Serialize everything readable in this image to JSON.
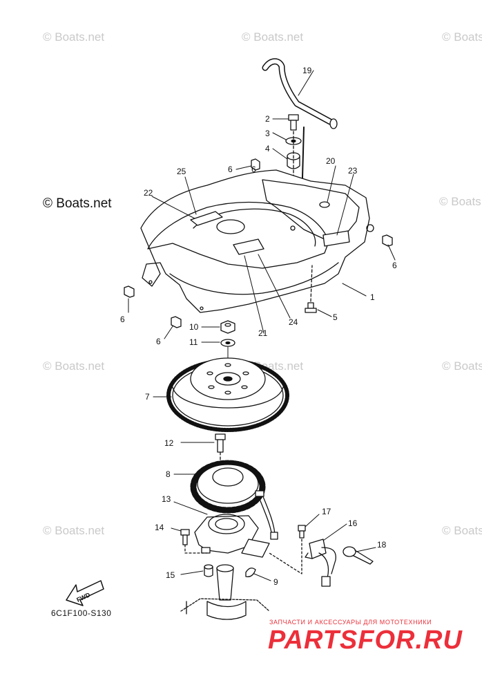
{
  "watermarks": {
    "text": "© Boats.net"
  },
  "copyright": "© Boats.net",
  "diagram_code": "6C1F100-S130",
  "fwd_label": "FWD",
  "callouts": [
    "1",
    "2",
    "3",
    "4",
    "5",
    "6",
    "6",
    "6",
    "6",
    "6",
    "7",
    "8",
    "9",
    "10",
    "11",
    "12",
    "13",
    "14",
    "15",
    "16",
    "17",
    "18",
    "19",
    "20",
    "21",
    "22",
    "23",
    "24",
    "25"
  ],
  "shop": {
    "tagline": "ЗАПЧАСТИ И АКСЕССУАРЫ ДЛЯ МОТОТЕХНИКИ",
    "logo": "PARTSFOR.RU"
  },
  "colors": {
    "line": "#111111",
    "shop_red": "#ec2f3a",
    "watermark": "#c9c9c9"
  }
}
